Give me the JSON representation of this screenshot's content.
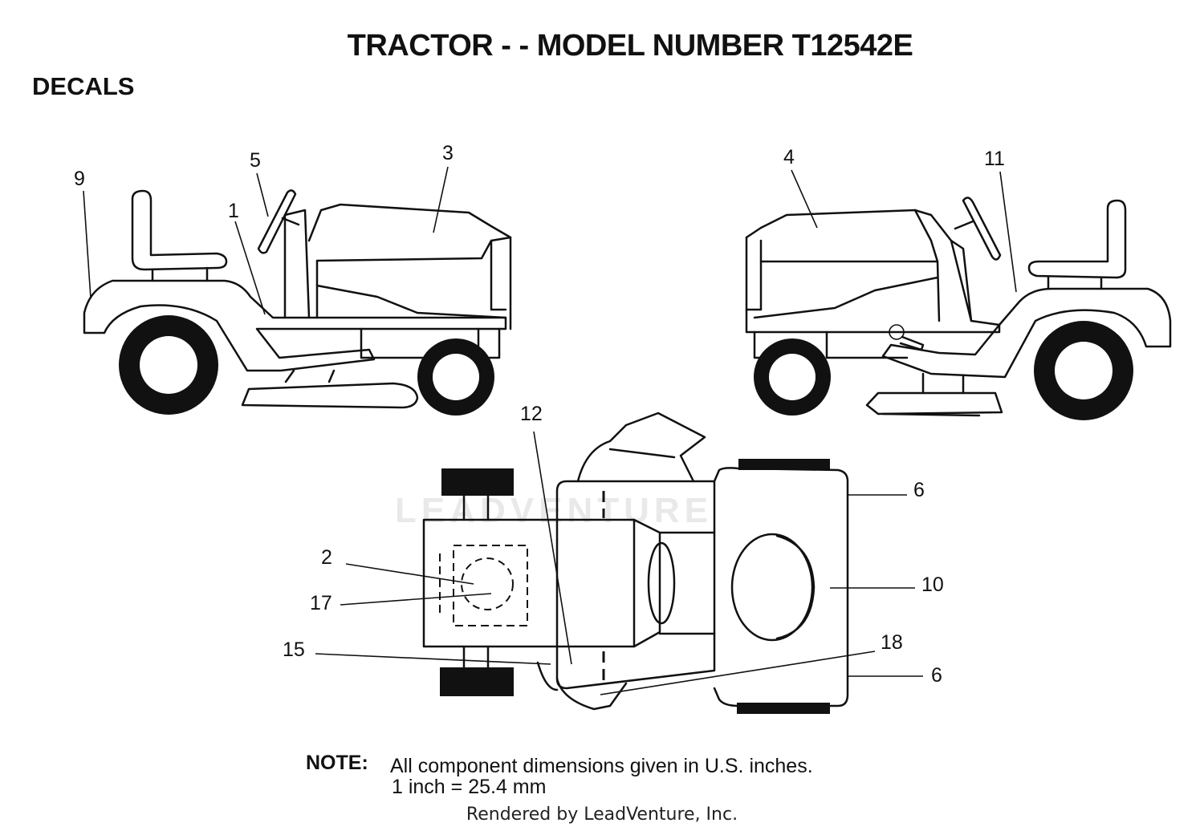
{
  "title": "TRACTOR - - MODEL NUMBER T12542E",
  "section": "DECALS",
  "callouts": {
    "c1": "1",
    "c2": "2",
    "c3": "3",
    "c4": "4",
    "c5": "5",
    "c6a": "6",
    "c6b": "6",
    "c9": "9",
    "c10": "10",
    "c11": "11",
    "c12": "12",
    "c15": "15",
    "c17": "17",
    "c18": "18"
  },
  "note": {
    "label": "NOTE:",
    "line1": "All component dimensions given in U.S. inches.",
    "line2": "1 inch = 25.4 mm"
  },
  "watermark": "LEADVENTURE",
  "footer": "Rendered by LeadVenture, Inc."
}
